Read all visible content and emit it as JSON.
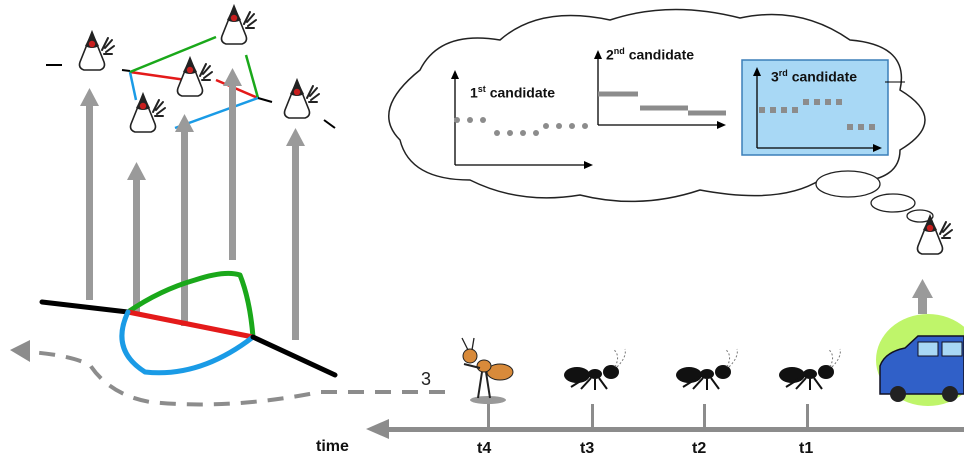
{
  "candidates": [
    {
      "num": "1",
      "sup": "st",
      "word": "candidate"
    },
    {
      "num": "2",
      "sup": "nd",
      "word": "candidate"
    },
    {
      "num": "3",
      "sup": "rd",
      "word": "candidate"
    }
  ],
  "timeline": {
    "axis_label": "time",
    "ticks": [
      "t4",
      "t3",
      "t2",
      "t1"
    ],
    "path_label": "3"
  },
  "colors": {
    "green_route": "#1aa81a",
    "red_route": "#e41a1a",
    "blue_route": "#1a9be6",
    "gray": "#9a9a9a",
    "highlight_box": "#a8d8f5",
    "car_body": "#3060c8",
    "glow": "#bff56a"
  },
  "icons": [
    "agent-figure-icon",
    "ant-icon",
    "car-icon",
    "thought-cloud-icon"
  ]
}
